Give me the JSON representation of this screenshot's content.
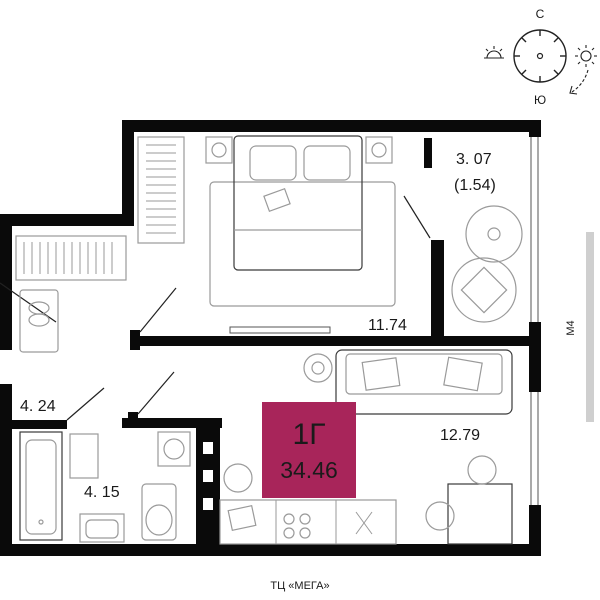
{
  "apartment": {
    "type_label": "1Г",
    "total_area": "34.46",
    "badge_color": "#a8255a"
  },
  "rooms": {
    "balcony": {
      "area": "3. 07",
      "reduced_area": "(1.54)"
    },
    "bedroom": {
      "area": "11.74"
    },
    "hall": {
      "area": "4. 24"
    },
    "bathroom": {
      "area": "4. 15"
    },
    "living": {
      "area": "12.79"
    }
  },
  "compass": {
    "north": "С",
    "south": "Ю"
  },
  "landmarks": {
    "road": "М4",
    "mall": "ТЦ «МЕГА»"
  }
}
